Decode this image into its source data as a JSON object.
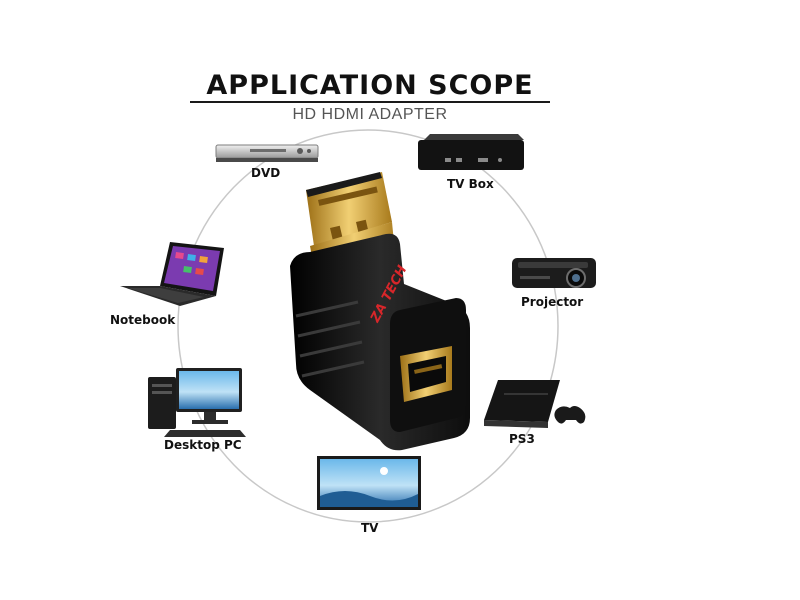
{
  "header": {
    "title": "APPLICATION SCOPE",
    "subtitle": "HD HDMI ADAPTER"
  },
  "adapter": {
    "brand": "ZA TECH",
    "icon": "hdmi-right-angle-adapter"
  },
  "devices": [
    {
      "label": "DVD",
      "icon": "dvd-player-icon"
    },
    {
      "label": "TV Box",
      "icon": "tv-box-icon"
    },
    {
      "label": "Projector",
      "icon": "projector-icon"
    },
    {
      "label": "PS3",
      "icon": "game-console-icon"
    },
    {
      "label": "TV",
      "icon": "television-icon"
    },
    {
      "label": "Desktop PC",
      "icon": "desktop-pc-icon"
    },
    {
      "label": "Notebook",
      "icon": "laptop-icon"
    }
  ],
  "colors": {
    "gold": "#d9a53a",
    "adapter_body": "#141414",
    "brand_red": "#d8262a",
    "ring": "#c8c8c8"
  }
}
